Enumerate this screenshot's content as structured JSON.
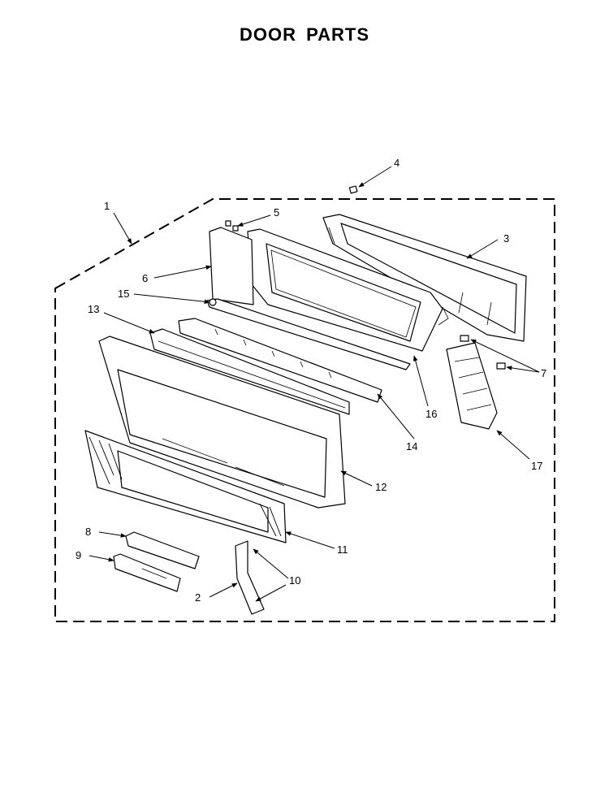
{
  "title": "DOOR PARTS",
  "callouts": [
    "1",
    "2",
    "3",
    "4",
    "5",
    "6",
    "7",
    "8",
    "9",
    "10",
    "11",
    "12",
    "13",
    "14",
    "15",
    "16",
    "17"
  ]
}
